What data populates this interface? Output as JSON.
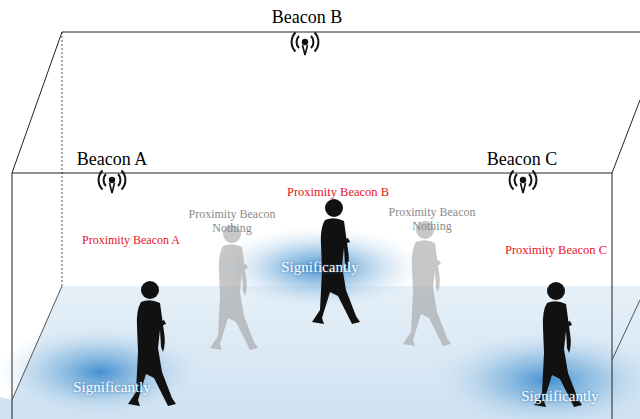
{
  "diagram": {
    "labels": [
      "Beacon B",
      "Beacon A",
      "Beacon C",
      "Proximity Beacon A",
      "Proximity Beacon Nothing",
      "Proximity Beacon B",
      "Proximity Beacon Nothing",
      "Proximity Beacon C",
      "Significantly",
      "Significantly",
      "Significantly"
    ]
  }
}
